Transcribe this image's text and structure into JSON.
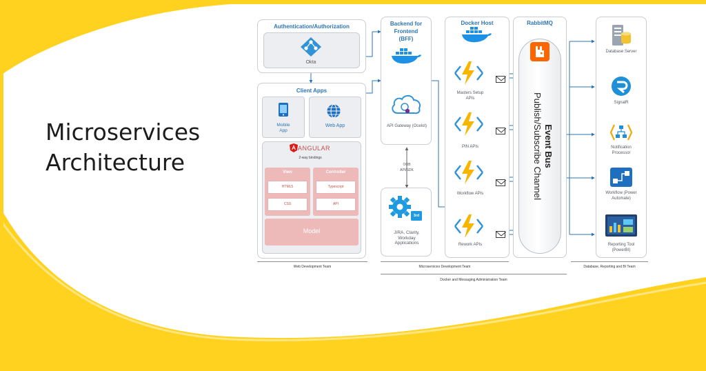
{
  "page": {
    "title_line1": "Microservices",
    "title_line2": "Architecture"
  },
  "colors": {
    "accent_yellow": "#FFD21F",
    "box_title_blue": "#2E74B5",
    "rabbitmq_orange": "#FF6600",
    "angular_red": "#DD1B16"
  },
  "diagram": {
    "auth": {
      "title": "Authentication/Authorization",
      "okta_label": "Okta"
    },
    "client_apps": {
      "title": "Client Apps",
      "mobile_label": "Mobile App",
      "web_label": "Web App",
      "angular_logo": "ANGULAR",
      "two_way": "2-way bindings",
      "view": {
        "title": "View",
        "html": "HTML5",
        "css": "CSS"
      },
      "controller": {
        "title": "Controller",
        "ts": "Typescript",
        "api": "API"
      },
      "model": "Model"
    },
    "bff": {
      "title": "Backend for Frontend (BFF)",
      "gateway_label": "API Gateway (Ocelot)",
      "oob_label": "OOB API/SDK",
      "integrations_label": "JIRA, Clarity, Workday Applications",
      "integrations_badge": "3rd"
    },
    "docker_host": {
      "title": "Docker Host",
      "apis": [
        "Masters Setup APIs",
        "PIN APIs",
        "Workflow APIs",
        "Rework APIs"
      ]
    },
    "rabbitmq": {
      "title": "RabbitMQ",
      "bus_title": "Event Bus",
      "bus_subtitle": "Publish/Subscribe Channel"
    },
    "services": [
      {
        "label": "Database Server",
        "icon": "database-server-icon"
      },
      {
        "label": "SignalR",
        "icon": "signalr-icon"
      },
      {
        "label": "Notification Processor",
        "icon": "notification-processor-icon"
      },
      {
        "label": "Workflow (Power Automate)",
        "icon": "power-automate-icon"
      },
      {
        "label": "Reporting Tool (PowerBI)",
        "icon": "powerbi-icon"
      }
    ],
    "teams": {
      "web": "Web Development Team",
      "micro": "Microservices Development Team",
      "docker": "Docker and Messaging Administration Team",
      "db": "Database, Reporting and BI Team"
    }
  }
}
